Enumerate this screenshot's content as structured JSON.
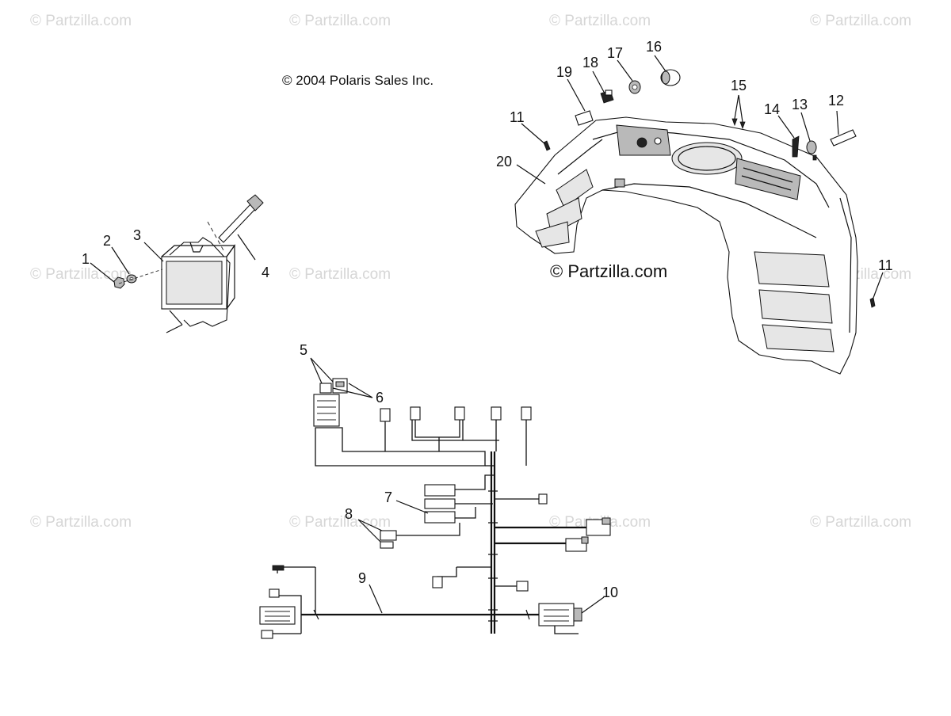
{
  "watermark": {
    "text": "© Partzilla.com"
  },
  "copyright": "© 2004 Polaris Sales Inc.",
  "brand": "© Partzilla.com",
  "callouts": {
    "c1": "1",
    "c2": "2",
    "c3": "3",
    "c4": "4",
    "c5": "5",
    "c6": "6",
    "c7": "7",
    "c8": "8",
    "c9": "9",
    "c10": "10",
    "c11a": "11",
    "c11b": "11",
    "c12": "12",
    "c13": "13",
    "c14": "14",
    "c15": "15",
    "c16": "16",
    "c17": "17",
    "c18": "18",
    "c19": "19",
    "c20": "20"
  }
}
